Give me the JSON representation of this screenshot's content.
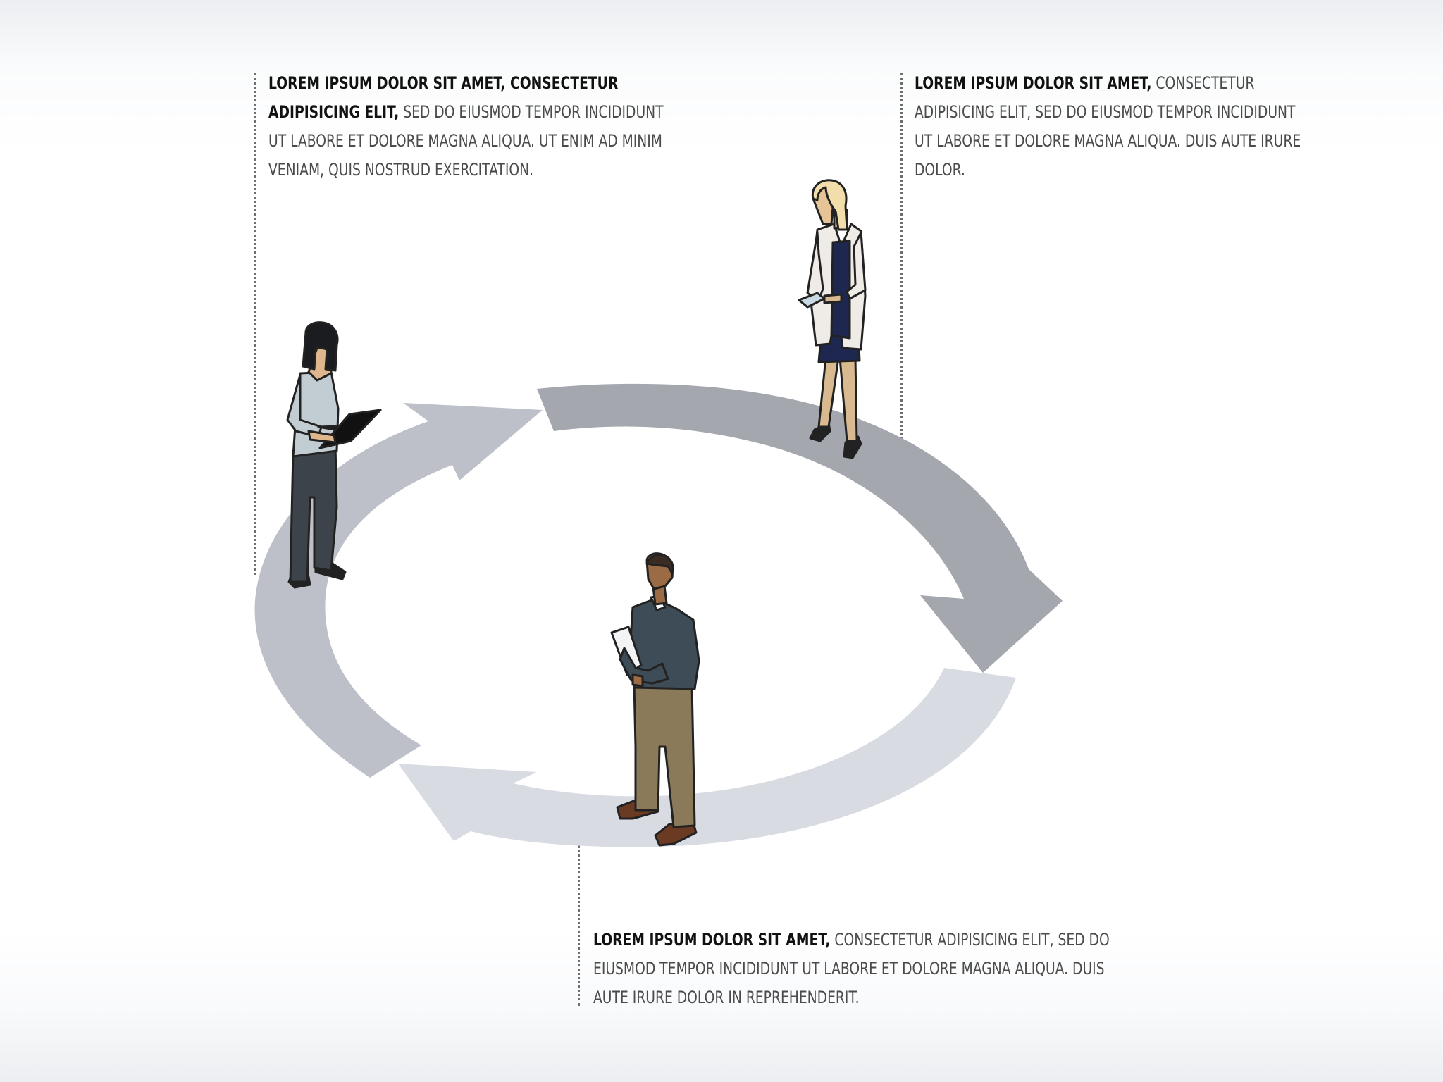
{
  "colors": {
    "arrow_top_right": "#a4a7ae",
    "arrow_left": "#bdc0c8",
    "arrow_bottom": "#d9dbe2",
    "leader_dots": "#6e6e6e"
  },
  "callouts": [
    {
      "id": "top-left",
      "lead": "LOREM IPSUM DOLOR SIT AMET, CONSECTETUR ADIPISICING ELIT,",
      "body": " SED DO EIUSMOD TEMPOR INCIDIDUNT UT LABORE ET DOLORE MAGNA ALIQUA. UT ENIM AD MINIM VENIAM, QUIS NOSTRUD EXERCITATION."
    },
    {
      "id": "top-right",
      "lead": "LOREM IPSUM DOLOR SIT AMET,",
      "body": " CONSECTETUR ADIPISICING ELIT, SED DO EIUSMOD TEMPOR INCIDIDUNT UT LABORE ET DOLORE MAGNA ALIQUA. DUIS AUTE IRURE DOLOR."
    },
    {
      "id": "bottom",
      "lead": "LOREM IPSUM DOLOR SIT AMET,",
      "body": " CONSECTETUR ADIPISICING ELIT, SED DO EIUSMOD TEMPOR INCIDIDUNT UT LABORE ET DOLORE MAGNA ALIQUA. DUIS AUTE IRURE DOLOR IN REPREHENDERIT."
    }
  ],
  "figures": [
    {
      "id": "woman-laptop",
      "icon": "person-with-laptop-icon"
    },
    {
      "id": "woman-coat",
      "icon": "person-with-phone-icon"
    },
    {
      "id": "man-tablet",
      "icon": "person-with-tablet-icon"
    }
  ]
}
